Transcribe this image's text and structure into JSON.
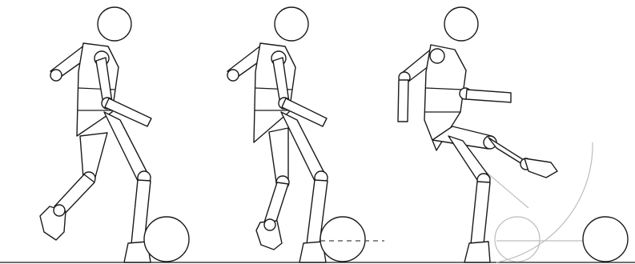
{
  "figure": {
    "frames": [
      {
        "name": "frame-approach",
        "description_shown": false
      },
      {
        "name": "frame-plant",
        "description_shown": false
      },
      {
        "name": "frame-kick",
        "description_shown": false
      }
    ],
    "colors": {
      "line": "#1a1a1a",
      "guide": "#bdbdbd",
      "background": "#ffffff"
    },
    "icons": [
      "stick-figure",
      "soccer-ball",
      "dashed-guide-line",
      "trajectory-arrow"
    ]
  }
}
